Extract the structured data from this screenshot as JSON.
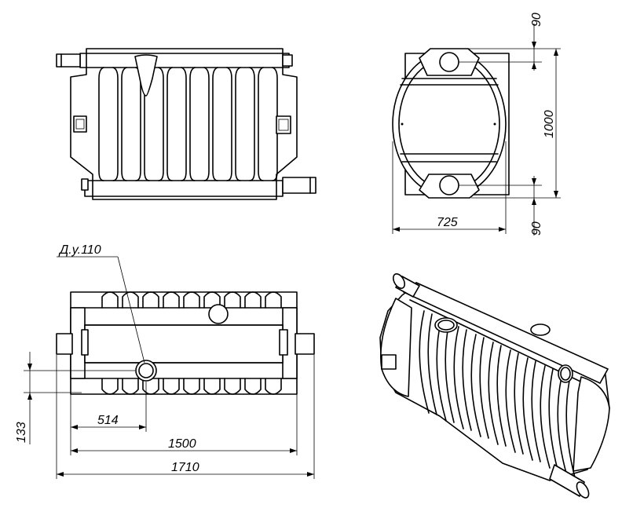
{
  "dimensions": {
    "top_offset": "90",
    "height": "1000",
    "bottom_offset": "90",
    "width_side": "725",
    "inlet_label": "Д.у.110",
    "inlet_pos": "514",
    "body_length": "1500",
    "total_length": "1710",
    "inlet_height": "133"
  },
  "colors": {
    "line": "#000000",
    "background": "#ffffff"
  }
}
